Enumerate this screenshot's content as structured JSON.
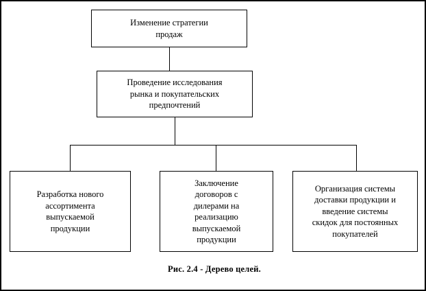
{
  "figure": {
    "caption": "Рис. 2.4 - Дерево целей.",
    "background_color": "#ffffff",
    "line_color": "#000000",
    "text_color": "#000000"
  },
  "diagram": {
    "type": "tree",
    "title": "Дерево целей",
    "levels": 3,
    "nodes": {
      "root": {
        "label": "Изменение стратегии\nпродаж",
        "level": 1
      },
      "research": {
        "label": "Проведение исследования\nрынка и покупательских\nпредпочтений",
        "level": 2
      },
      "leaf_1": {
        "label": "Разработка нового\nассортимента\nвыпускаемой\nпродукции",
        "level": 3
      },
      "leaf_2": {
        "label": "Заключение\nдоговоров с\nдилерами на\nреализацию\nвыпускаемой\nпродукции",
        "level": 3
      },
      "leaf_3": {
        "label": "Организация системы\nдоставки продукции  и\nвведение системы\nскидок для постоянных\nпокупателей",
        "level": 3
      }
    },
    "edges": [
      {
        "from": "root",
        "to": "research"
      },
      {
        "from": "research",
        "to": "leaf_1"
      },
      {
        "from": "research",
        "to": "leaf_2"
      },
      {
        "from": "research",
        "to": "leaf_3"
      }
    ]
  }
}
